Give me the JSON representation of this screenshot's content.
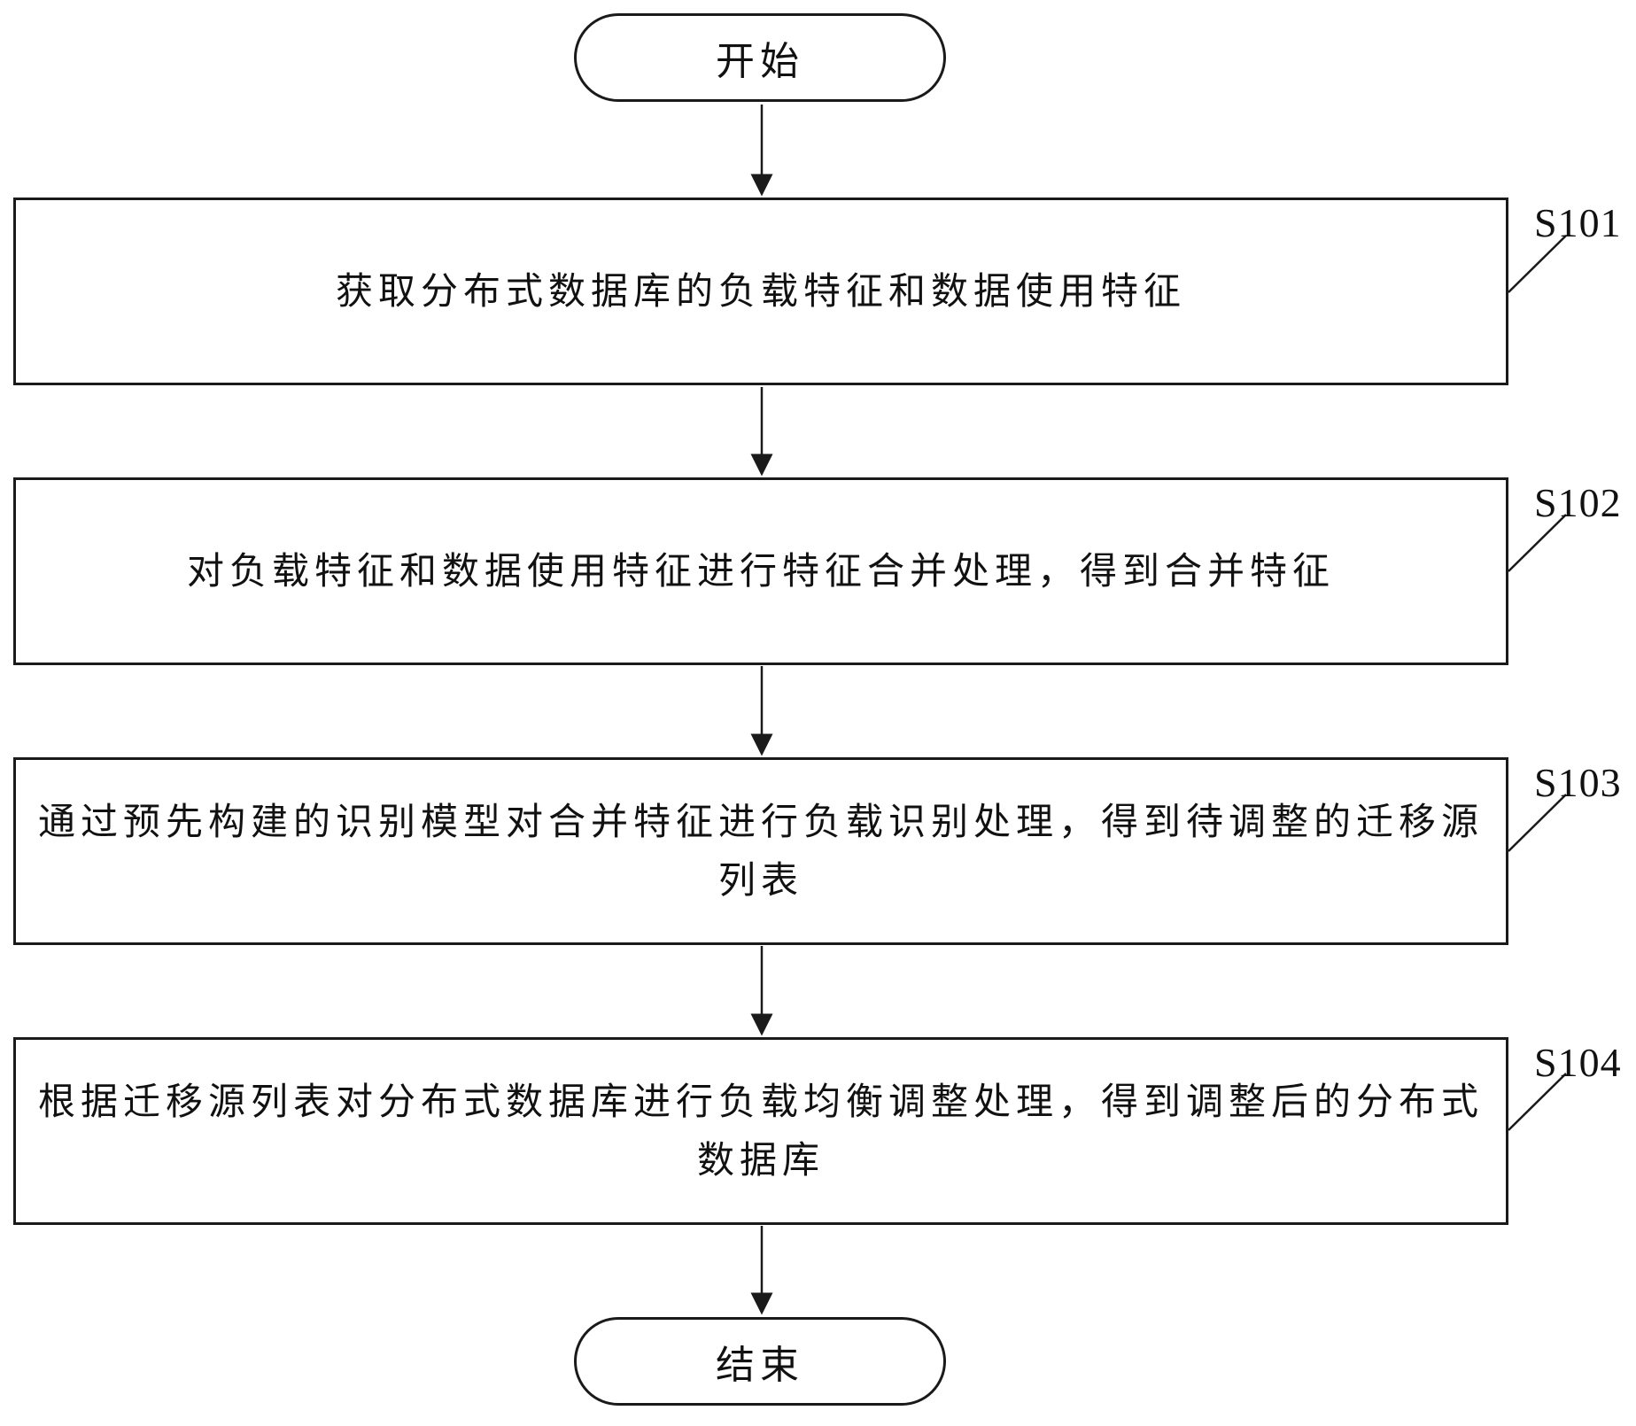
{
  "flowchart": {
    "start_label": "开始",
    "end_label": "结束",
    "steps": [
      {
        "id": "S101",
        "text": "获取分布式数据库的负载特征和数据使用特征"
      },
      {
        "id": "S102",
        "text": "对负载特征和数据使用特征进行特征合并处理，得到合并特征"
      },
      {
        "id": "S103",
        "text": "通过预先构建的识别模型对合并特征进行负载识别处理，得到待调整的迁移源列表"
      },
      {
        "id": "S104",
        "text": "根据迁移源列表对分布式数据库进行负载均衡调整处理，得到调整后的分布式数据库"
      }
    ]
  }
}
